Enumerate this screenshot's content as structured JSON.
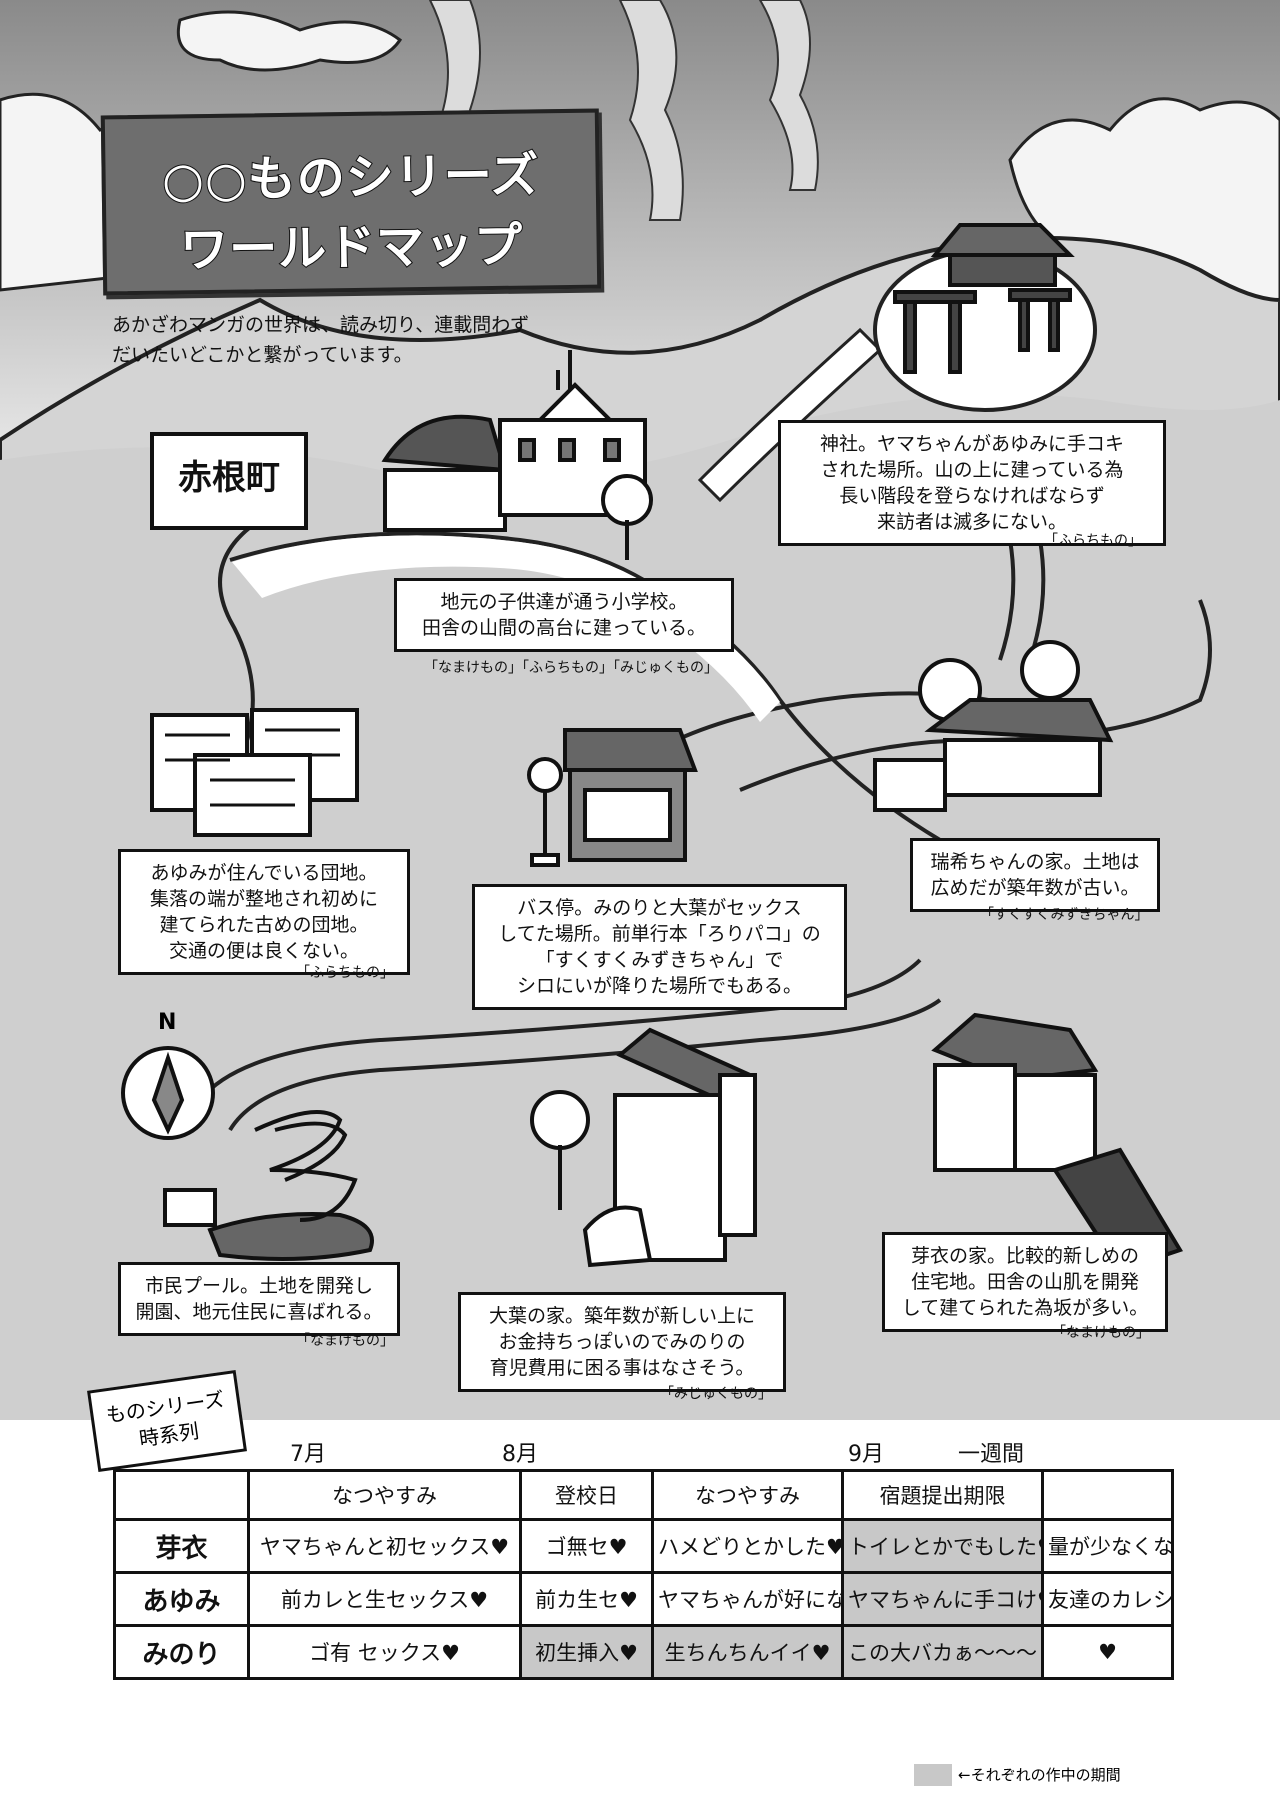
{
  "title": {
    "line1": "○○ものシリーズ",
    "line2": "ワールドマップ"
  },
  "intro": {
    "line1": "あかざわマンガの世界は、読み切り、連載問わず",
    "line2": "だいたいどこかと繋がっています。"
  },
  "town_sign": "赤根町",
  "compass": {
    "label": "N"
  },
  "locations": {
    "school": {
      "text": [
        "地元の子供達が通う小学校。",
        "田舎の山間の高台に建っている。"
      ],
      "source": "「なまけもの」「ふらちもの」「みじゅくもの」"
    },
    "shrine": {
      "text": [
        "神社。ヤマちゃんがあゆみに手コキ",
        "された場所。山の上に建っている為",
        "長い階段を登らなければならず",
        "来訪者は滅多にない。"
      ],
      "source": "「ふらちもの」"
    },
    "danchi": {
      "text": [
        "あゆみが住んでいる団地。",
        "集落の端が整地され初めに",
        "建てられた古めの団地。",
        "交通の便は良くない。"
      ],
      "source": "「ふらちもの」"
    },
    "bus_stop": {
      "text": [
        "バス停。みのりと大葉がセックス",
        "してた場所。前単行本「ろりパコ」の",
        "「すくすくみずきちゃん」で",
        "シロにいが降りた場所でもある。"
      ],
      "source": ""
    },
    "mizuki_house": {
      "text": [
        "瑞希ちゃんの家。土地は",
        "広めだが築年数が古い。"
      ],
      "source": "「すくすくみずきちゃん」"
    },
    "pool": {
      "text": [
        "市民プール。土地を開発し",
        "開園、地元住民に喜ばれる。"
      ],
      "source": "「なまけもの」"
    },
    "ohba_house": {
      "text": [
        "大葉の家。築年数が新しい上に",
        "お金持ちっぽいのでみのりの",
        "育児費用に困る事はなさそう。"
      ],
      "source": "「みじゅくもの」"
    },
    "mei_house": {
      "text": [
        "芽衣の家。比較的新しめの",
        "住宅地。田舎の山肌を開発",
        "して建てられた為坂が多い。"
      ],
      "source": "「なまけもの」"
    }
  },
  "timeline": {
    "label": [
      "ものシリーズ",
      "時系列"
    ],
    "months": [
      "7月",
      "8月",
      "9月",
      "一週間"
    ],
    "headers": [
      "",
      "なつやすみ",
      "登校日",
      "なつやすみ",
      "宿題提出期限",
      ""
    ],
    "rows": [
      {
        "name": "芽衣",
        "cells": [
          "ヤマちゃんと初セックス♥",
          "ゴ無セ♥",
          "ハメどりとかした♥",
          "トイレとかでもした♥",
          "量が少なくない？"
        ]
      },
      {
        "name": "あゆみ",
        "cells": [
          "前カレと生セックス♥",
          "前カ生セ♥",
          "ヤマちゃんが好になる",
          "ヤマちゃんに手コけ♥",
          "友達のカレシと生ハメ♥"
        ]
      },
      {
        "name": "みのり",
        "cells": [
          "ゴ有 セックス♥",
          "初生挿入♥",
          "生ちんちんイイ♥",
          "この大バカぁ〜〜〜",
          "♥"
        ]
      }
    ],
    "shading": [
      [
        false,
        false,
        false,
        true,
        false
      ],
      [
        false,
        false,
        false,
        true,
        false
      ],
      [
        false,
        true,
        true,
        true,
        false
      ]
    ],
    "legend": "←それぞれの作中の期間"
  }
}
